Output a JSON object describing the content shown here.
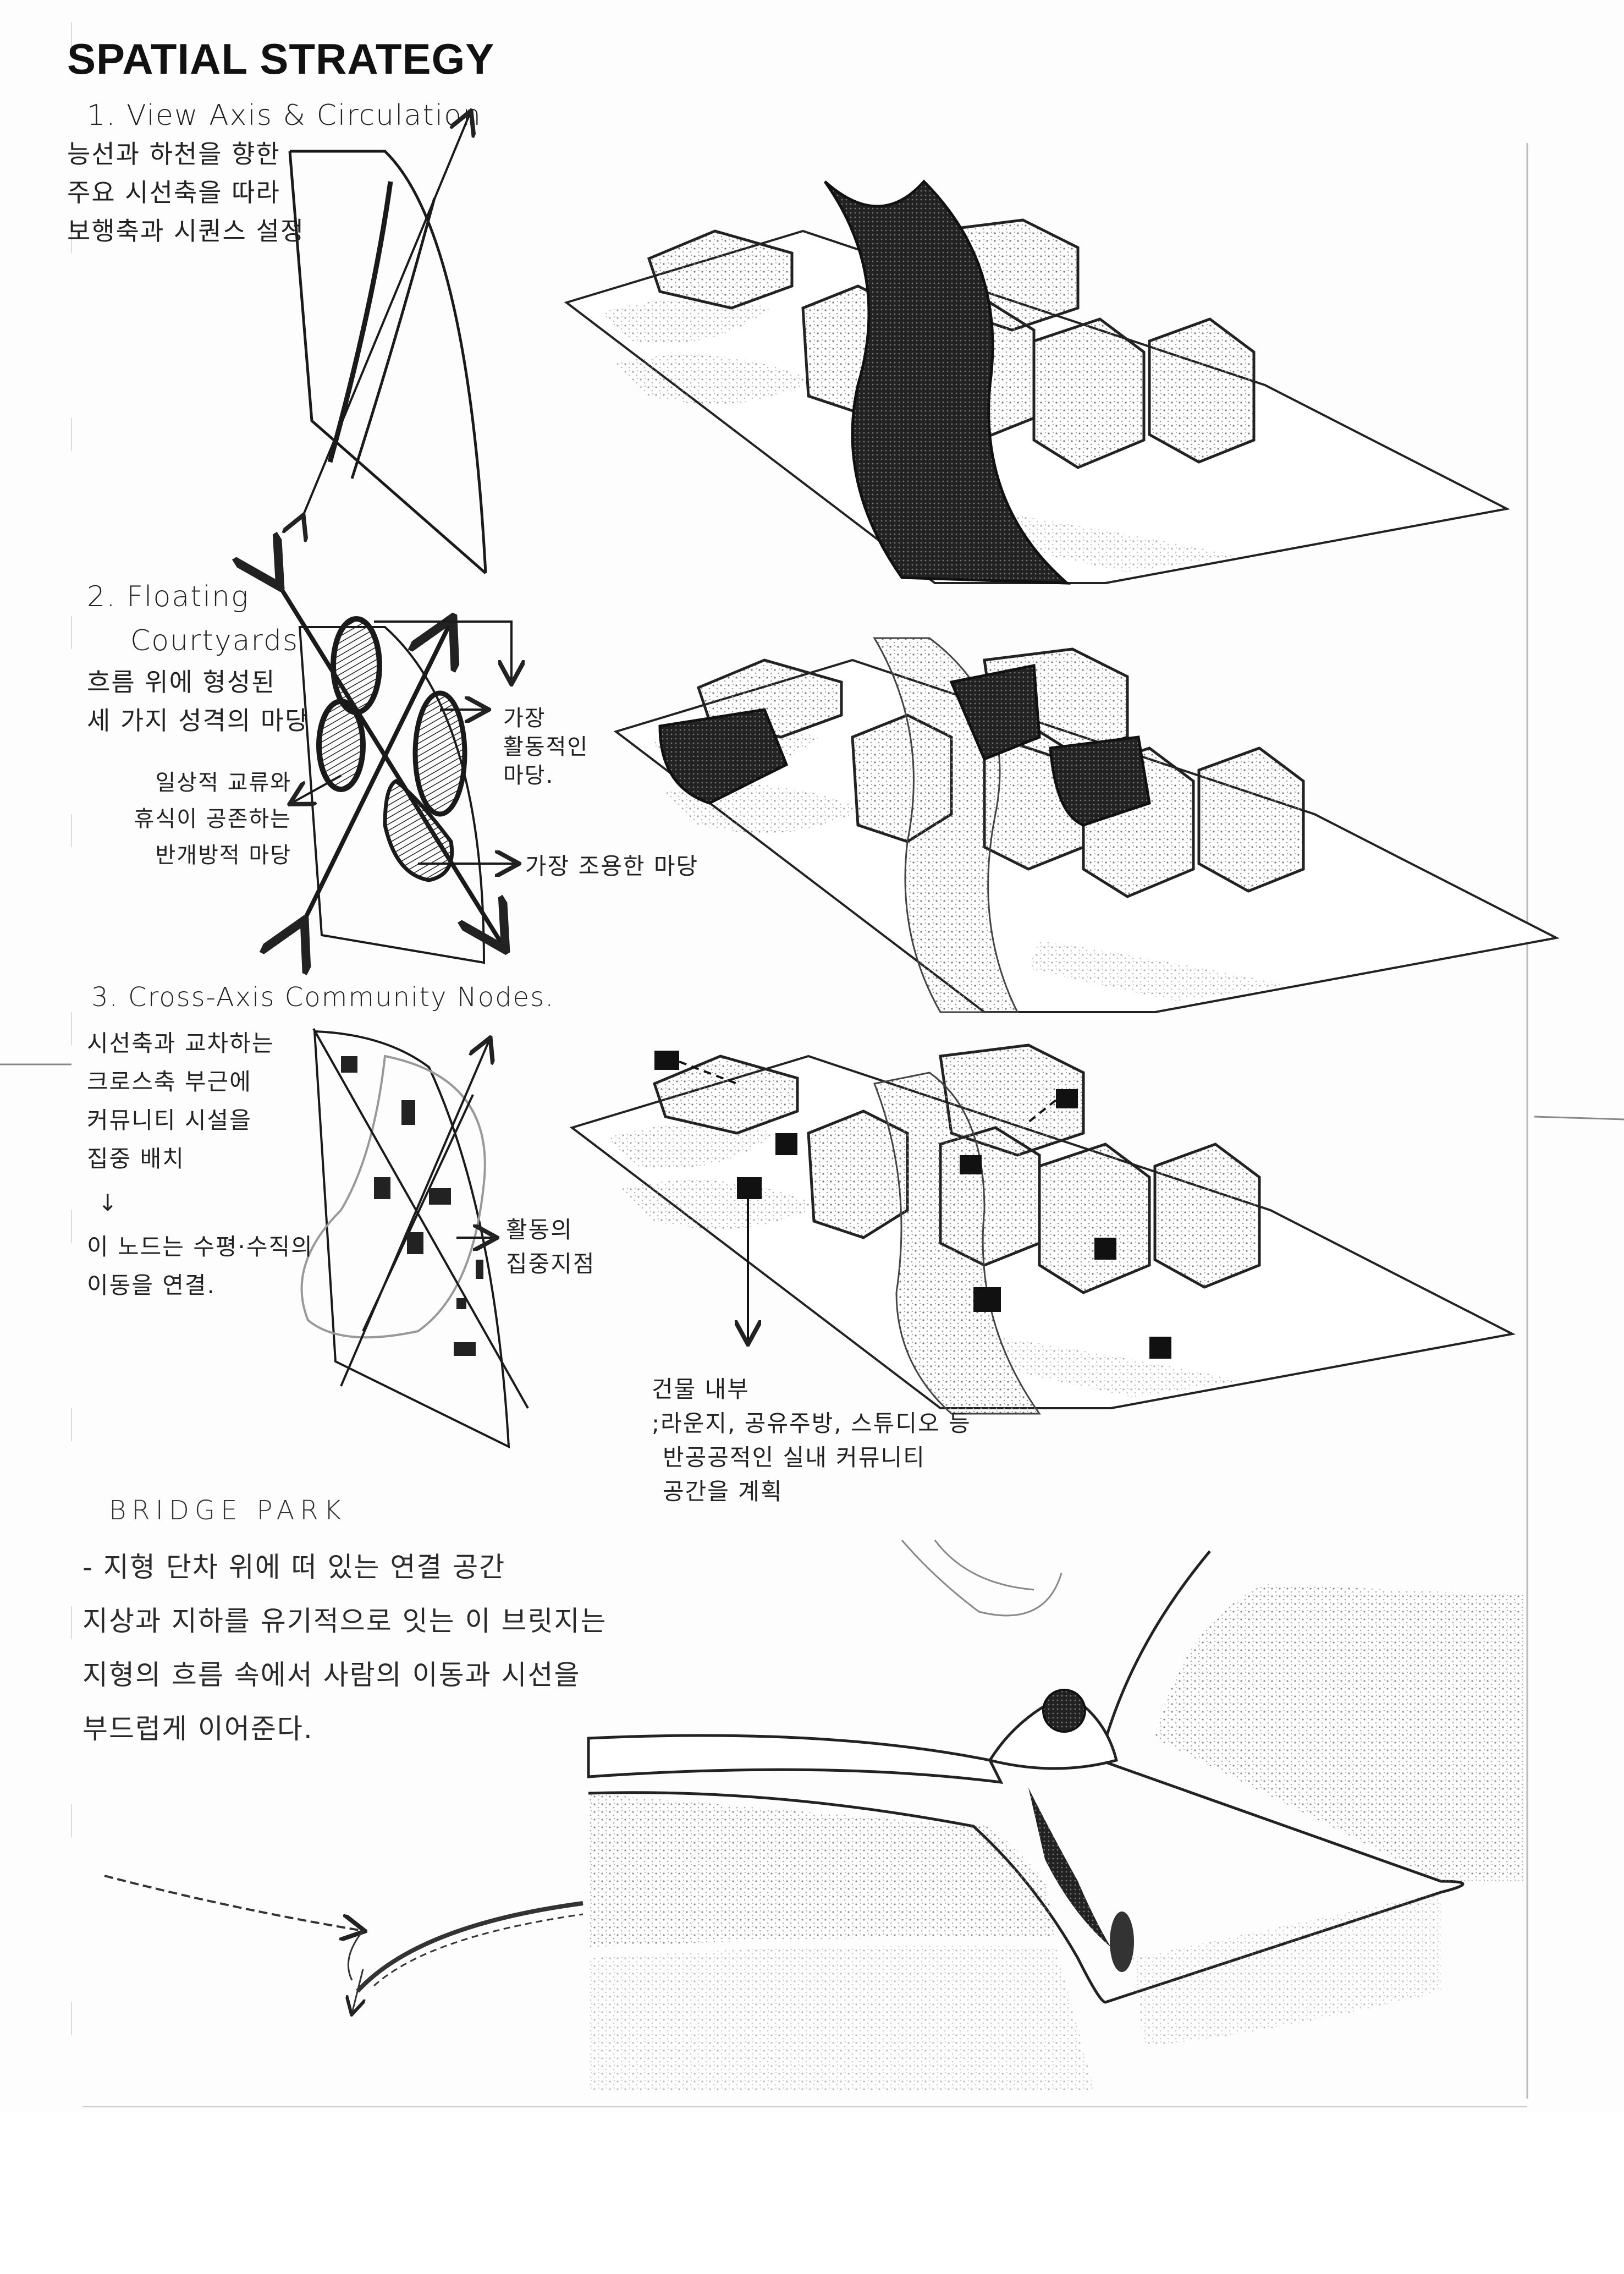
{
  "title": "SPATIAL STRATEGY",
  "section1": {
    "heading": "1. View Axis & Circulation",
    "notes": [
      "능선과 하천을 향한",
      "주요 시선축을 따라",
      "보행축과 시퀀스 설정"
    ]
  },
  "section2": {
    "heading_line1": "2. Floating",
    "heading_line2": "Courtyards",
    "notes": [
      "흐름 위에 형성된",
      "세 가지 성격의 마당"
    ],
    "label_active": [
      "가장",
      "활동적인",
      "마당."
    ],
    "label_semi_open": [
      "일상적 교류와",
      "휴식이 공존하는",
      "반개방적 마당"
    ],
    "label_quiet": "가장 조용한 마당"
  },
  "section3": {
    "heading": "3. Cross-Axis Community Nodes.",
    "notes": [
      "시선축과 교차하는",
      "크로스축 부근에",
      "커뮤니티 시설을",
      "집중 배치"
    ],
    "arrow": "↓",
    "notes2": [
      "이 노드는 수평·수직의",
      "이동을 연결."
    ],
    "label_focus": [
      "활동의",
      "집중지점"
    ],
    "interior_note": [
      "건물 내부",
      ";라운지, 공유주방, 스튜디오 등",
      "반공공적인 실내 커뮤니티",
      "공간을 계획"
    ]
  },
  "bridge_park": {
    "heading": "BRIDGE PARK",
    "text": [
      "- 지형 단차 위에 떠 있는 연결 공간",
      "지상과 지하를 유기적으로 잇는 이 브릿지는",
      "지형의 흐름 속에서 사람의 이동과 시선을",
      "부드럽게 이어준다."
    ]
  },
  "colors": {
    "ink": "#1a1a1a",
    "stipple": "#8a8a8a",
    "paper": "#fdfdfd"
  }
}
